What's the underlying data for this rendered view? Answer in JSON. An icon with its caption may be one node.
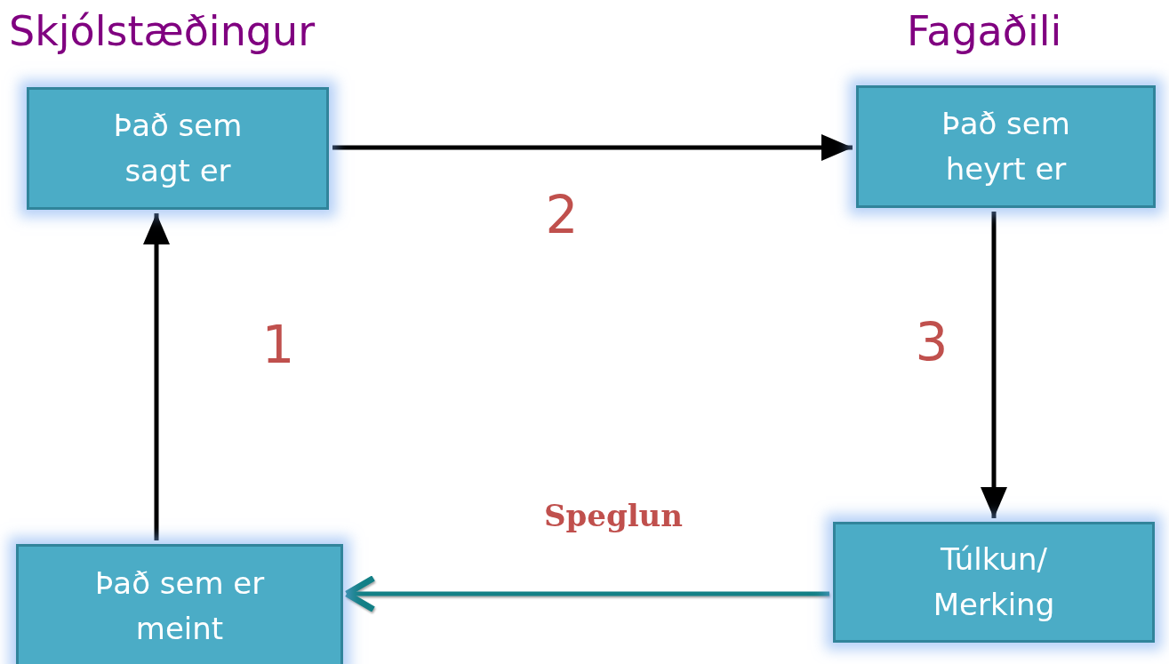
{
  "diagram": {
    "nodes": [
      {
        "text": [
          "Það sem sagt er"
        ]
      },
      {
        "text": [
          "Það sem heyrt er"
        ]
      },
      {
        "text": [
          "Það sem er meint"
        ]
      },
      {
        "text": [
          "Túlkun/ Merking"
        ]
      }
    ],
    "edges": [
      {
        "from": 2,
        "to": 0,
        "arrow": "to",
        "label": "1"
      },
      {
        "from": 0,
        "to": 1,
        "arrow": "to",
        "label": "2"
      },
      {
        "from": 1,
        "to": 3,
        "arrow": "to",
        "label": "3"
      },
      {
        "from": 3,
        "to": 2,
        "arrow": "to",
        "label": "Speglun",
        "color": "#138086"
      }
    ],
    "labels": [
      "Skjólstæðingur",
      "Fagaðili"
    ]
  }
}
